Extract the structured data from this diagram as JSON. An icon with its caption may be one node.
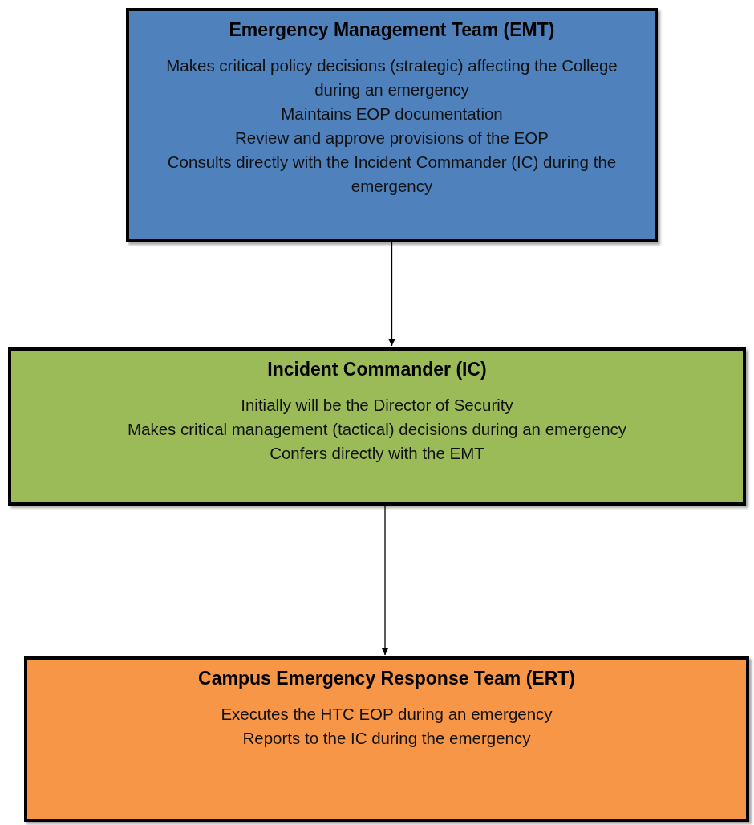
{
  "diagram": {
    "nodes": [
      {
        "text": [
          "Emergency Management Team (EMT)",
          "Makes critical policy decisions (strategic) affecting the College during an emergency",
          "Maintains EOP documentation",
          "Review and approve provisions of the EOP",
          "Consults directly with the Incident Commander (IC) during the emergency"
        ]
      },
      {
        "text": [
          "Incident Commander (IC)",
          "Initially will be the Director of Security",
          "Makes critical management (tactical) decisions during an emergency",
          "Confers directly with the EMT"
        ]
      },
      {
        "text": [
          "Campus Emergency Response Team (ERT)",
          "Executes the HTC EOP during an emergency",
          "Reports to the IC during the emergency"
        ]
      }
    ],
    "edges": [
      {
        "from": 0,
        "to": 1,
        "arrow": "to"
      },
      {
        "from": 1,
        "to": 2,
        "arrow": "to"
      }
    ]
  }
}
